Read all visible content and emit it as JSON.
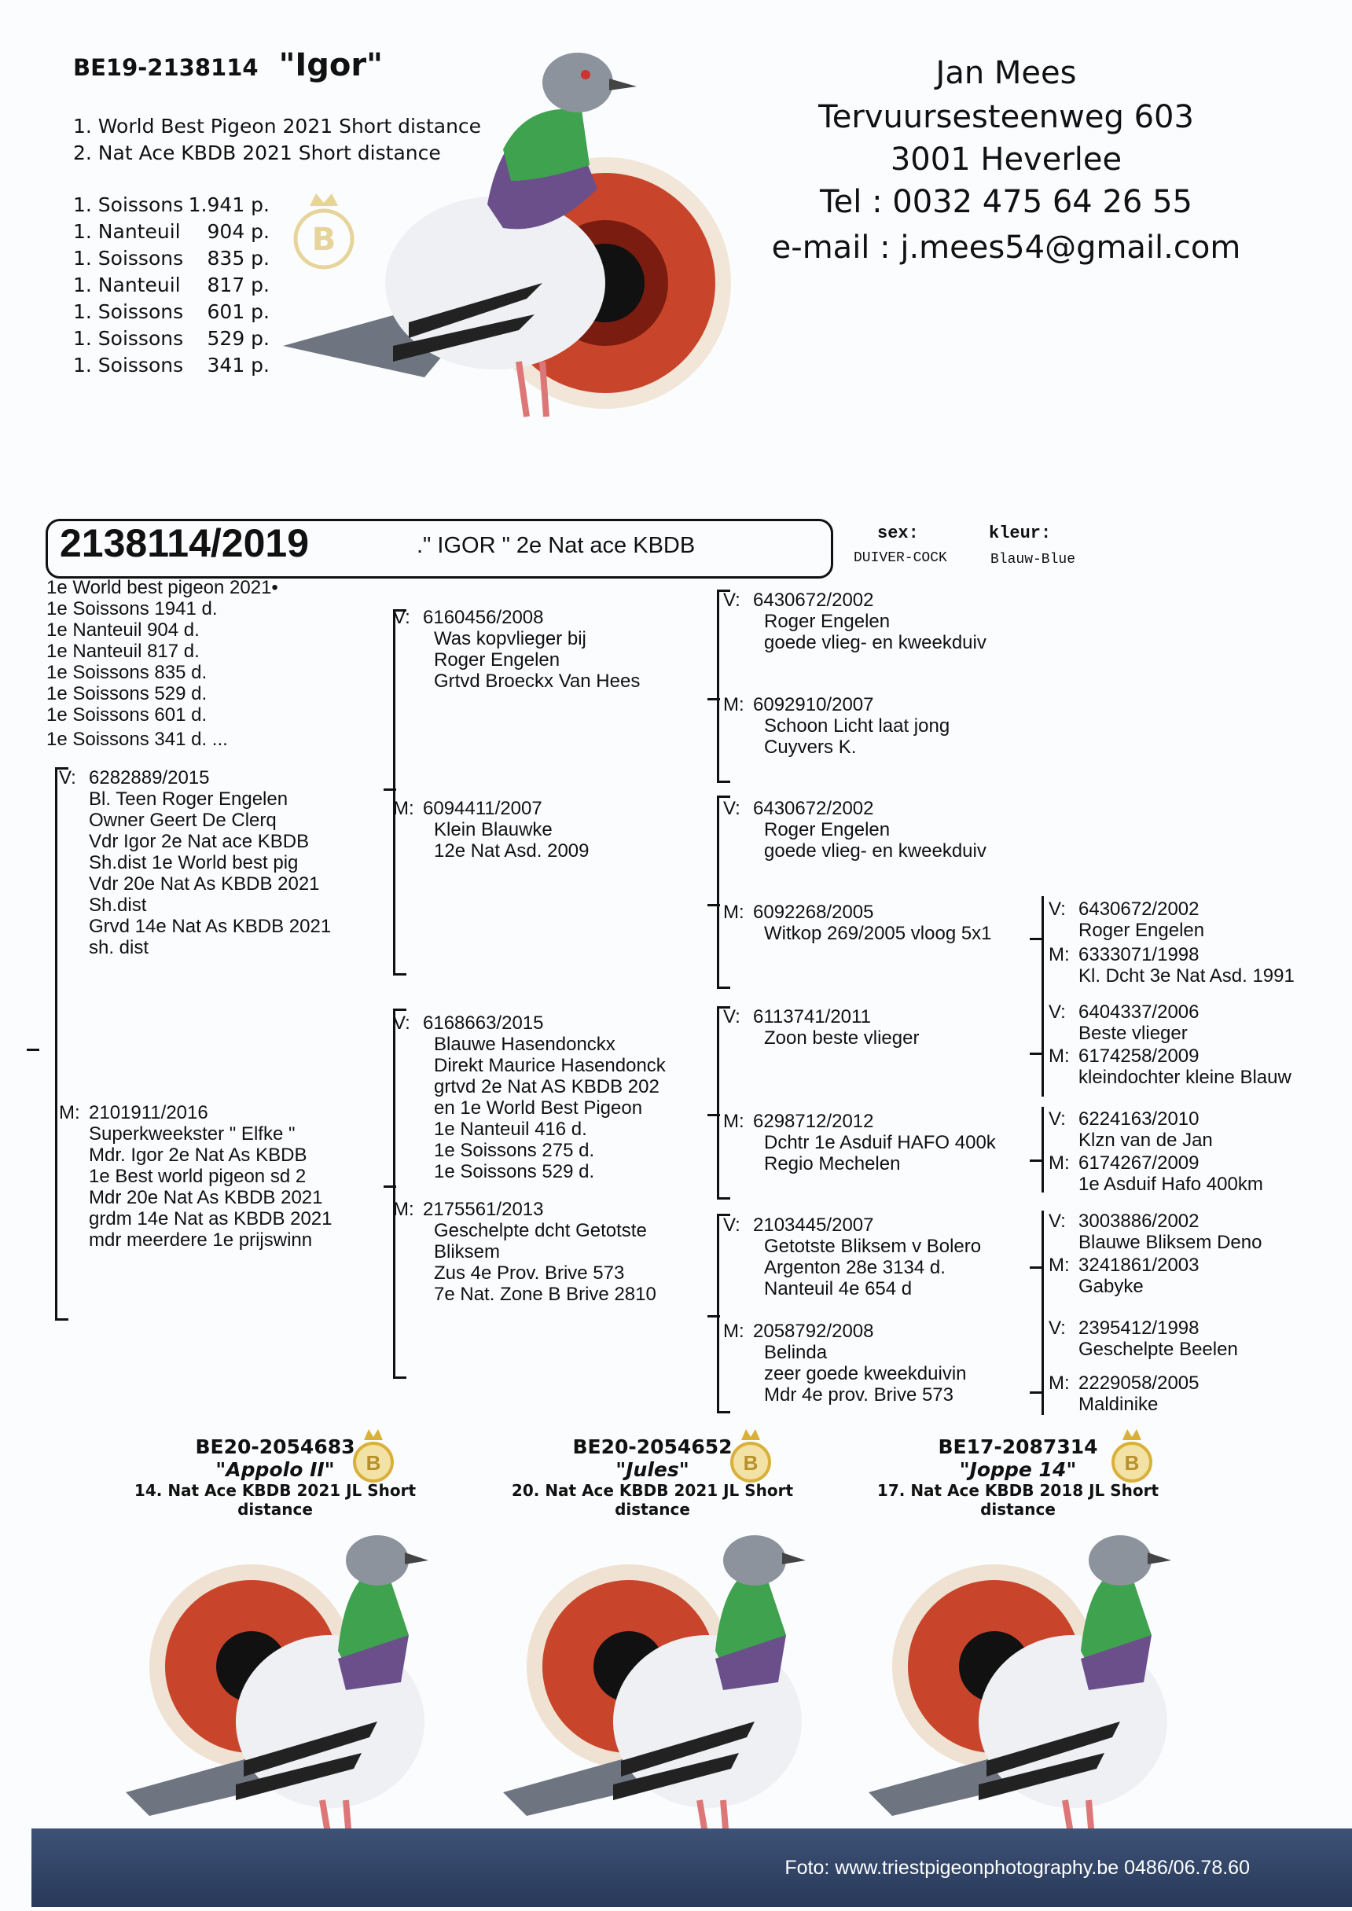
{
  "header": {
    "ring": "BE19-2138114",
    "name": "\"Igor\"",
    "achievements": [
      "1. World Best Pigeon 2021 Short distance",
      "2. Nat Ace KBDB 2021 Short distance"
    ],
    "results": [
      {
        "place": "1. Soissons",
        "prize": "1.941 p."
      },
      {
        "place": "1. Nanteuil",
        "prize": "904 p."
      },
      {
        "place": "1. Soissons",
        "prize": "835 p."
      },
      {
        "place": "1. Nanteuil",
        "prize": "817 p."
      },
      {
        "place": "1. Soissons",
        "prize": "601 p."
      },
      {
        "place": "1. Soissons",
        "prize": "529 p."
      },
      {
        "place": "1. Soissons",
        "prize": "341 p."
      }
    ]
  },
  "contact": {
    "name": "Jan Mees",
    "street": "Tervuursesteenweg 603",
    "city": "3001 Heverlee",
    "phone": "Tel : 0032 475 64 26 55",
    "email": "e-mail : j.mees54@gmail.com"
  },
  "pedigree": {
    "id": "2138114/2019",
    "title": ".\" IGOR \" 2e Nat ace KBDB",
    "sex_label": "sex:",
    "sex_value": "DUIVER-COCK",
    "color_label": "kleur:",
    "color_value": "Blauw-Blue",
    "results": [
      "1e World best pigeon 2021•",
      "1e Soissons 1941 d.",
      "1e Nanteuil 904 d.",
      "1e Nanteuil 817 d.",
      "1e Soissons 835 d.",
      "1e Soissons 529 d.",
      "1e Soissons 601 d.",
      "1e Soissons 341 d. ..."
    ],
    "entries": [
      {
        "label": "V:",
        "lines": [
          "6282889/2015",
          "Bl. Teen Roger Engelen",
          "Owner Geert De Clerq",
          "Vdr  Igor 2e Nat ace KBDB",
          "Sh.dist 1e World best pig",
          "Vdr  20e Nat As KBDB 2021",
          "Sh.dist",
          "Grvd 14e Nat As KBDB 2021",
          "sh. dist"
        ]
      },
      {
        "label": "M:",
        "lines": [
          "2101911/2016",
          "Superkweekster  \" Elfke \"",
          "Mdr. Igor  2e Nat As KBDB",
          "1e Best world pigeon sd 2",
          "Mdr 20e Nat As KBDB 2021",
          "grdm 14e Nat as KBDB 2021",
          "mdr meerdere 1e prijswinn"
        ]
      },
      {
        "label": "V:",
        "lines": [
          "6160456/2008",
          "Was kopvlieger bij",
          "Roger Engelen",
          "Grtvd Broeckx Van Hees"
        ]
      },
      {
        "label": "M:",
        "lines": [
          "6094411/2007",
          "Klein Blauwke",
          "12e Nat Asd. 2009"
        ]
      },
      {
        "label": "V:",
        "lines": [
          "6168663/2015",
          "Blauwe Hasendonckx",
          "Direkt Maurice Hasendonck",
          " grtvd 2e Nat AS KBDB 202",
          "en 1e  World Best Pigeon",
          "1e Nanteuil 416 d.",
          "1e Soissons 275 d.",
          "1e Soissons 529 d."
        ]
      },
      {
        "label": "M:",
        "lines": [
          "2175561/2013",
          "Geschelpte dcht Getotste",
          "Bliksem",
          "Zus 4e Prov. Brive   573",
          "7e Nat. Zone B Brive 2810"
        ]
      },
      {
        "label": "V:",
        "lines": [
          "6430672/2002",
          "Roger Engelen",
          "goede vlieg- en kweekduiv"
        ]
      },
      {
        "label": "M:",
        "lines": [
          "6092910/2007",
          "Schoon Licht laat jong",
          "Cuyvers K."
        ]
      },
      {
        "label": "V:",
        "lines": [
          "6430672/2002",
          "Roger Engelen",
          "goede vlieg- en kweekduiv"
        ]
      },
      {
        "label": "M:",
        "lines": [
          "6092268/2005",
          "Witkop 269/2005 vloog 5x1"
        ]
      },
      {
        "label": "V:",
        "lines": [
          "6113741/2011",
          "Zoon beste vlieger"
        ]
      },
      {
        "label": "M:",
        "lines": [
          "6298712/2012",
          "Dchtr 1e Asduif HAFO 400k",
          "Regio Mechelen"
        ]
      },
      {
        "label": "V:",
        "lines": [
          "2103445/2007",
          "Getotste Bliksem v Bolero",
          "Argenton 28e  3134 d.",
          "Nanteuil  4e  654 d"
        ]
      },
      {
        "label": "M:",
        "lines": [
          "2058792/2008",
          "Belinda",
          "zeer goede kweekduivin",
          "Mdr  4e prov. Brive 573"
        ]
      },
      {
        "label": "V:",
        "lines": [
          "6430672/2002",
          "Roger Engelen"
        ]
      },
      {
        "label": "M:",
        "lines": [
          "6333071/1998",
          "Kl. Dcht 3e Nat Asd. 1991"
        ]
      },
      {
        "label": "V:",
        "lines": [
          "6404337/2006",
          "Beste vlieger"
        ]
      },
      {
        "label": "M:",
        "lines": [
          "6174258/2009",
          "kleindochter kleine Blauw"
        ]
      },
      {
        "label": "V:",
        "lines": [
          "6224163/2010",
          "Klzn van de Jan"
        ]
      },
      {
        "label": "M:",
        "lines": [
          "6174267/2009",
          "1e Asduif Hafo 400km"
        ]
      },
      {
        "label": "V:",
        "lines": [
          "3003886/2002",
          "Blauwe Bliksem  Deno"
        ]
      },
      {
        "label": "M:",
        "lines": [
          "3241861/2003",
          "Gabyke"
        ]
      },
      {
        "label": "V:",
        "lines": [
          "2395412/1998",
          "Geschelpte Beelen"
        ]
      },
      {
        "label": "M:",
        "lines": [
          "2229058/2005",
          "Maldinike"
        ]
      }
    ]
  },
  "offspring": [
    {
      "ring": "BE20-2054683",
      "name": "\"Appolo II\"",
      "award": "14. Nat Ace KBDB 2021 JL Short distance"
    },
    {
      "ring": "BE20-2054652",
      "name": "\"Jules\"",
      "award": "20. Nat Ace KBDB 2021 JL Short distance"
    },
    {
      "ring": "BE17-2087314",
      "name": "\"Joppe 14\"",
      "award": "17. Nat Ace KBDB 2018 JL Short distance"
    }
  ],
  "footer": {
    "photo_credit": "Foto: www.triestpigeonphotography.be 0486/06.78.60"
  },
  "colors": {
    "banner": "#33476b",
    "badge_gold": "#d9b13a",
    "eye_red": "#c8452c"
  }
}
